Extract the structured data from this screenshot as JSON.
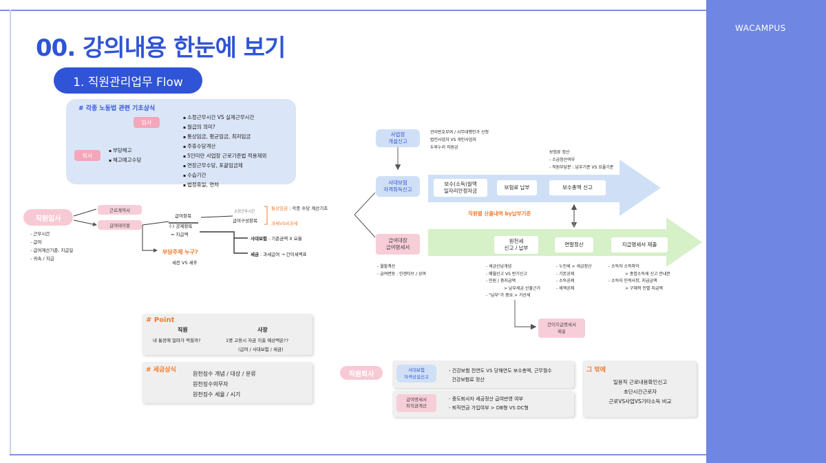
{
  "brand": "WACAMPUS",
  "title": "00. 강의내용 한눈에 보기",
  "section_pill": "1. 직원관리업무 Flow",
  "basic": {
    "title": "# 각종 노동법 관련 기초상식",
    "tag_hire": "입사",
    "tag_quit": "퇴사",
    "quit_items": [
      "부당해고",
      "해고예고수당"
    ],
    "items": [
      "소정근무시간 VS 실제근무시간",
      "월급의 의미?",
      "통상임금, 평균임금, 최저임금",
      "주휴수당계산",
      "5인미만 사업장 근로기준법 적용제외",
      "연장근무수당, 포괄임금제",
      "수습기간",
      "법정휴일, 연차"
    ]
  },
  "hire": {
    "label": "직원입사",
    "items": [
      "근무시간",
      "급여",
      "급여계산기준, 지급일",
      "귀속 / 지급"
    ],
    "contract": "근로계약서",
    "payroll_table": "급여테이블",
    "pay_item": "급여항목",
    "deduction": "(-) 공제항목",
    "net": "= 지급액",
    "fixed_hours": "소정근무시간",
    "components": "급여구성항목",
    "ordinary_wage": "통상임금",
    "ordinary_wage_desc": ": 각종 수당 계산기초",
    "taxable": "과세VS비과세",
    "insurance": "사대보험",
    "insurance_desc": ": 기준금액 X 요율",
    "tax": "세금",
    "tax_desc": ": 과세급여 → 간이세액표",
    "burden_q": "부담주체 누구?",
    "burden_a": "세전 VS 세후"
  },
  "flow": {
    "biz_reg": "사업장\n개설신고",
    "biz_reg_notes": [
      "관리번호부여 / 사무대행인가 신청",
      "법인사업자 VS 개인사업자",
      "두루누리 지원금"
    ],
    "ins_acq": "사대보험\n자격취득신고",
    "payroll_stmt": "급여대장\n급여명세서",
    "payroll_notes": [
      "월할계산",
      "급여변동 : 인센티브 / 상여"
    ],
    "upper_boxes": [
      "보수(소득)월액\n일자리안정자금",
      "보험료 납부",
      "보수총액 신고"
    ],
    "upper_notes": [
      "보험료 정산",
      "- 소급정산여부",
      "- 직원부담분 : 납부기준 VS 요율기준"
    ],
    "center_note": "직원별 산출내역 by납부기준",
    "lower_boxes": [
      "원천세\n신고 / 납부",
      "연말정산",
      "지급명세서 제출"
    ],
    "lower_notes_1": [
      "세금신납개념",
      "매월신고 VS 반기신고",
      "인원 / 총지급액",
      "> 납부세금 산출근거",
      "\"납부\"가 중요 > 가산세"
    ],
    "lower_notes_2": [
      "누진세 > 세금정산",
      "기본공제",
      "소득공제",
      "세액공제"
    ],
    "lower_notes_3": [
      "소득자 소득파악",
      "> 종합소득세 신고 안내문",
      "소득자 인적사항, 지급금액",
      "> 구체적 인별 지급액"
    ],
    "simple_stmt": "간이지급명세서\n제출"
  },
  "point": {
    "title": "# Point",
    "employee_head": "직원",
    "employee_text": "내 통장에 얼마가 찍힐까?",
    "owner_head": "사장",
    "owner_text": "1명 고용시 자금 지출 예상액은??",
    "owner_sub": "(급여 / 사대보험 / 세금)"
  },
  "tax_basic": {
    "title": "# 세금상식",
    "items": [
      "원천징수 개념 / 대상 / 분류",
      "원천징수의무자",
      "원천징수 세율 / 시기"
    ]
  },
  "quit": {
    "label": "직원퇴사",
    "box1": "사대보험\n자격상실신고",
    "box1_items": [
      "건강보험 전연도 VS 당해연도 보수총액, 근무월수",
      "건강보험료 정산"
    ],
    "box2": "급여명세서\n퇴직금계산",
    "box2_items": [
      "중도퇴사자 세금정산 급여반영 여부",
      "퇴직연금 가입여부 > DB형 VS DC형"
    ]
  },
  "etc": {
    "title": "그 밖에",
    "items": [
      "일용직 근로내용확인신고",
      "초단시간근로자",
      "근로VS사업VS기타소득 비교"
    ]
  },
  "colors": {
    "accent": "#2f54d6",
    "panel": "#6f86e2",
    "orange": "#f07a2a",
    "pink": "#f4a6ba",
    "lightblue": "#cfe0f6",
    "green": "#d6f0c8"
  }
}
